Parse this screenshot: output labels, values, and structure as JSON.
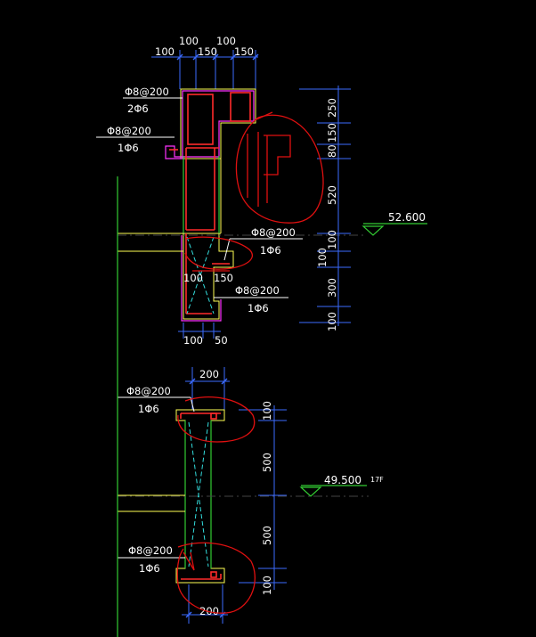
{
  "upper_section": {
    "top_dims": [
      "100",
      "100",
      "150",
      "100",
      "150"
    ],
    "bottom_dims": [
      "100",
      "50"
    ],
    "inner_dims": [
      "100",
      "150"
    ],
    "right_dims": [
      "250",
      "150",
      "80",
      "520",
      "100",
      "100",
      "300",
      "100"
    ],
    "rebar_labels": [
      {
        "spec": "Φ8@200",
        "count": "2Φ6"
      },
      {
        "spec": "Φ8@200",
        "count": "1Φ6"
      },
      {
        "spec": "Φ8@200",
        "count": "1Φ6"
      },
      {
        "spec": "Φ8@200",
        "count": "1Φ6"
      }
    ],
    "elevation": "52.600"
  },
  "lower_section": {
    "top_dim": "200",
    "bottom_dim": "200",
    "right_dims": [
      "100",
      "500",
      "500",
      "100"
    ],
    "rebar_labels": [
      {
        "spec": "Φ8@200",
        "count": "1Φ6"
      },
      {
        "spec": "Φ8@200",
        "count": "1Φ6"
      }
    ],
    "elevation": "49.500",
    "floor_tag": "17F"
  },
  "colors": {
    "background": "#000000",
    "dimension": "#3b6bff",
    "concrete_outline": "#ffff55",
    "rebar": "#ff2a2a",
    "stirrup": "#ff33ff",
    "wall_line": "#33cc33",
    "markup": "#e01010"
  }
}
